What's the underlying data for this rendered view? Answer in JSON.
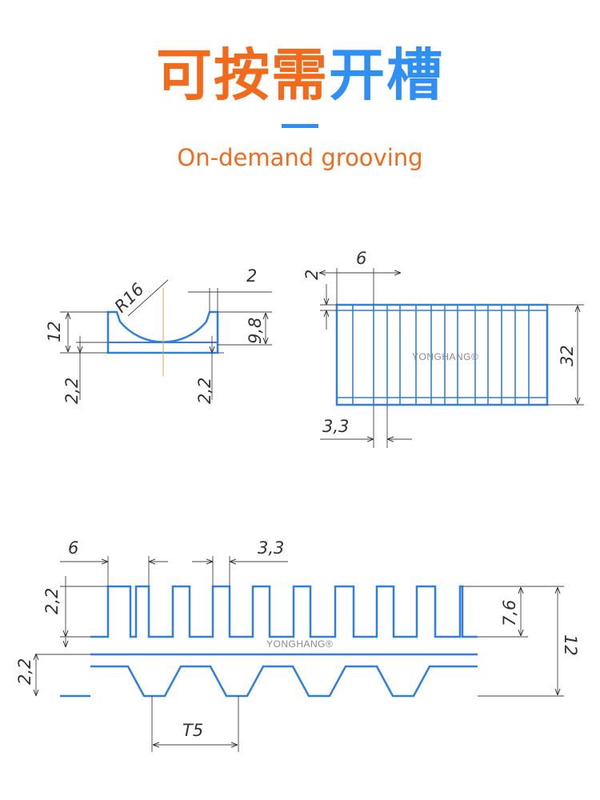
{
  "header": {
    "title_part1": "可按需",
    "title_part2": "开槽",
    "subtitle": "On-demand grooving"
  },
  "colors": {
    "accent_orange": "#f26b1d",
    "accent_blue": "#2f8ff2",
    "profile_blue": "#2f7fe0"
  },
  "watermark": "YONGHANG®",
  "cross_section": {
    "radius_label": "R16",
    "dims": {
      "top_right": "2",
      "height_left": "12",
      "height_right": "9,8",
      "bottom_left": "2,2",
      "bottom_right": "2,2"
    }
  },
  "top_view": {
    "dims": {
      "top_width": "6",
      "top_offset": "2",
      "height": "32",
      "bottom_width": "3,3"
    }
  },
  "side_view": {
    "dims": {
      "tooth_width": "6",
      "gap_width": "3,3",
      "height_left": "2,2",
      "base_height": "2,2",
      "groove_depth": "7,6",
      "total_height": "12",
      "pitch": "T5"
    }
  }
}
